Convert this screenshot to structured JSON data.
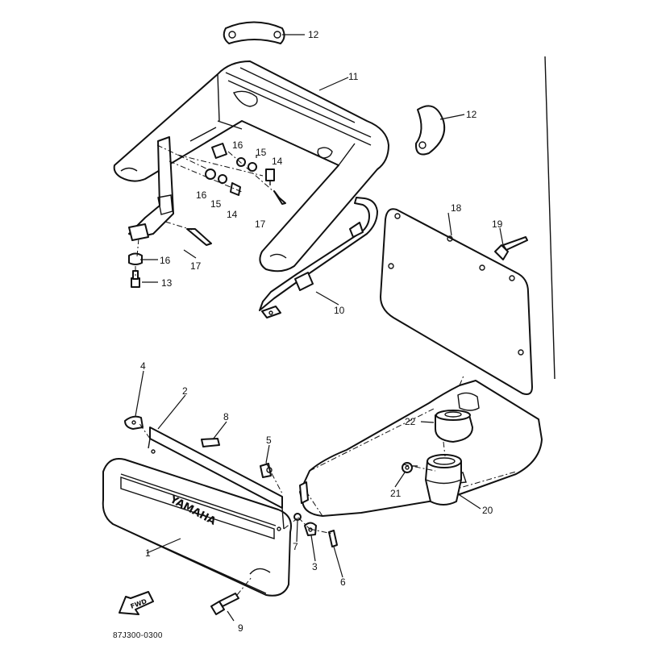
{
  "diagram": {
    "part_code": "87J300-0300",
    "brand_text": "YAMAHA",
    "direction_label": "FWD",
    "callouts": [
      {
        "id": "c1",
        "label": "1"
      },
      {
        "id": "c2",
        "label": "2"
      },
      {
        "id": "c3",
        "label": "3"
      },
      {
        "id": "c4",
        "label": "4"
      },
      {
        "id": "c5",
        "label": "5"
      },
      {
        "id": "c6",
        "label": "6"
      },
      {
        "id": "c7",
        "label": "7"
      },
      {
        "id": "c8",
        "label": "8"
      },
      {
        "id": "c9",
        "label": "9"
      },
      {
        "id": "c10",
        "label": "10"
      },
      {
        "id": "c11",
        "label": "11"
      },
      {
        "id": "c12a",
        "label": "12"
      },
      {
        "id": "c12b",
        "label": "12"
      },
      {
        "id": "c13",
        "label": "13"
      },
      {
        "id": "c14a",
        "label": "14"
      },
      {
        "id": "c14b",
        "label": "14"
      },
      {
        "id": "c15a",
        "label": "15"
      },
      {
        "id": "c15b",
        "label": "15"
      },
      {
        "id": "c16a",
        "label": "16"
      },
      {
        "id": "c16b",
        "label": "16"
      },
      {
        "id": "c16c",
        "label": "16"
      },
      {
        "id": "c17a",
        "label": "17"
      },
      {
        "id": "c17b",
        "label": "17"
      },
      {
        "id": "c18",
        "label": "18"
      },
      {
        "id": "c19",
        "label": "19"
      },
      {
        "id": "c20",
        "label": "20"
      },
      {
        "id": "c21",
        "label": "21"
      },
      {
        "id": "c22",
        "label": "22"
      }
    ]
  }
}
